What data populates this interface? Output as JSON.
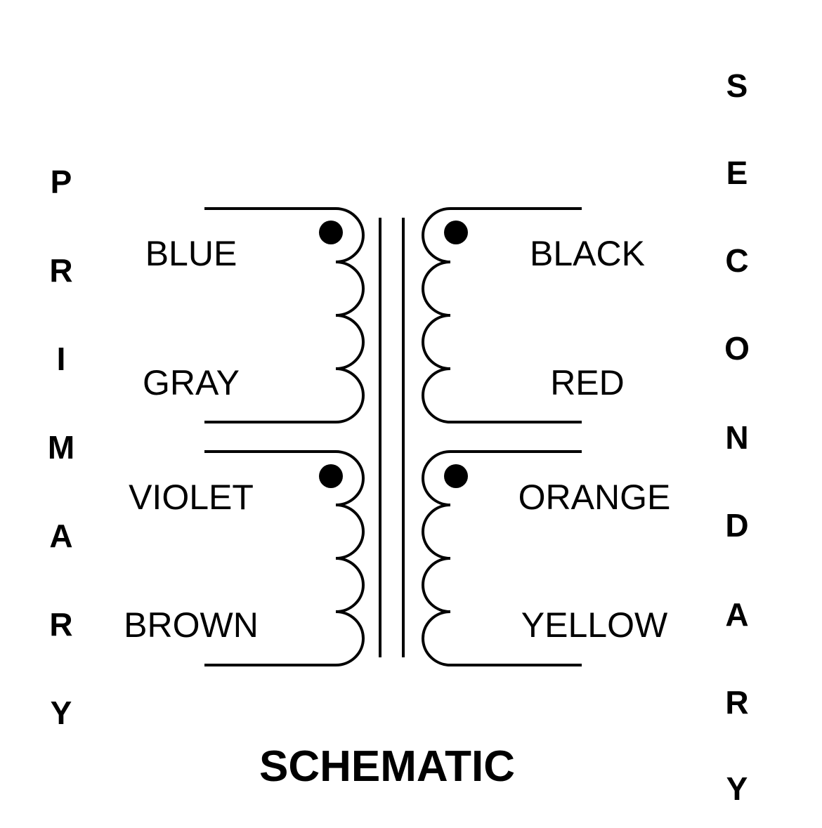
{
  "primary": {
    "label": "PRIMARY",
    "letters": [
      "P",
      "R",
      "I",
      "M",
      "A",
      "R",
      "Y"
    ],
    "windings": [
      {
        "start_wire": "BLUE",
        "end_wire": "GRAY"
      },
      {
        "start_wire": "VIOLET",
        "end_wire": "BROWN"
      }
    ]
  },
  "secondary": {
    "label": "SECONDARY",
    "letters": [
      "S",
      "E",
      "C",
      "O",
      "N",
      "D",
      "A",
      "R",
      "Y"
    ],
    "windings": [
      {
        "start_wire": "BLACK",
        "end_wire": "RED"
      },
      {
        "start_wire": "ORANGE",
        "end_wire": "YELLOW"
      }
    ]
  },
  "title": "SCHEMATIC",
  "colors": {
    "line": "#000000",
    "background": "#ffffff"
  }
}
